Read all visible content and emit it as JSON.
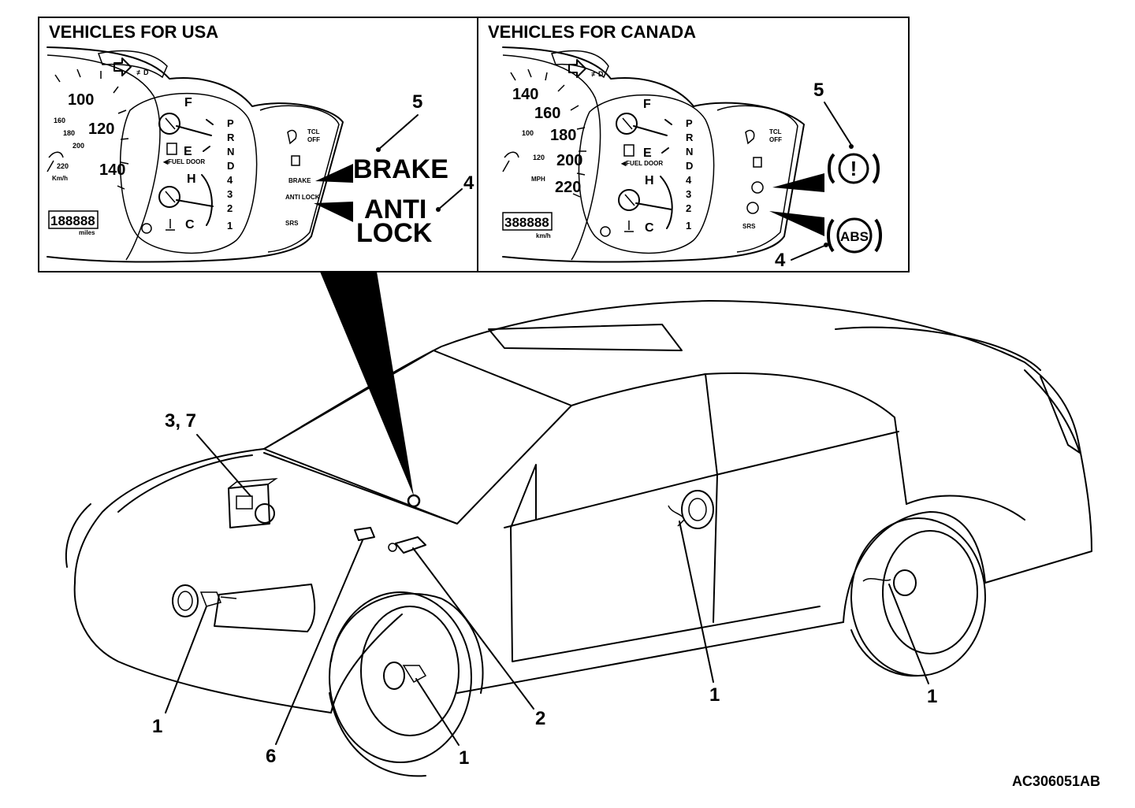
{
  "panels": {
    "usa": {
      "title": "VEHICLES FOR USA",
      "speed_ticks": [
        "100",
        "120",
        "140"
      ],
      "speed_minor": [
        "160",
        "180",
        "200",
        "220"
      ],
      "speed_unit": "Km/h",
      "odometer": "188888",
      "odo_unit": "miles",
      "fuel_full": "F",
      "fuel_empty": "E",
      "fuel_door": "◀FUEL DOOR",
      "temp_hot": "H",
      "temp_cold": "C",
      "gears": [
        "P",
        "R",
        "N",
        "D",
        "4",
        "3",
        "2",
        "1"
      ],
      "tcl": "TCL OFF",
      "brake_small": "BRAKE",
      "antilock_small": "ANTI LOCK",
      "srs": "SRS",
      "brake_big": "BRAKE",
      "anti_big": "ANTI",
      "lock_big": "LOCK",
      "callout_5": "5",
      "callout_4": "4"
    },
    "canada": {
      "title": "VEHICLES FOR CANADA",
      "speed_ticks": [
        "140",
        "160",
        "180",
        "200",
        "220"
      ],
      "speed_minor": [
        "100",
        "120"
      ],
      "speed_unit": "MPH",
      "odometer": "388888",
      "odo_unit": "km/h",
      "fuel_full": "F",
      "fuel_empty": "E",
      "fuel_door": "◀FUEL DOOR",
      "temp_hot": "H",
      "temp_cold": "C",
      "gears": [
        "P",
        "R",
        "N",
        "D",
        "4",
        "3",
        "2",
        "1"
      ],
      "tcl": "TCL OFF",
      "srs": "SRS",
      "brake_symbol": "!",
      "abs_symbol": "ABS",
      "callout_5": "5",
      "callout_4": "4"
    }
  },
  "callouts": {
    "abs_unit": "3, 7",
    "wheel_front_left": "1",
    "wheel_front_right": "1",
    "wheel_rear_right": "1",
    "wheel_rear_left": "1",
    "g_sensor": "6",
    "stop_switch": "2"
  },
  "figure_code": "AC306051AB"
}
